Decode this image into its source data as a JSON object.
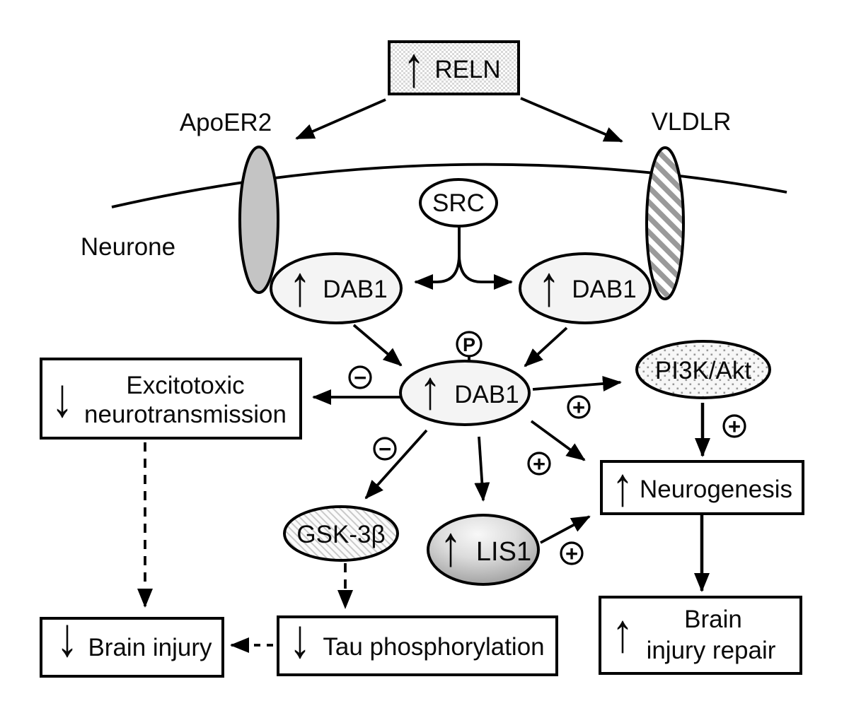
{
  "labels": {
    "apoer2": "ApoER2",
    "vldlr": "VLDLR",
    "neurone": "Neurone"
  },
  "nodes": {
    "reln": {
      "arrow": "↑",
      "label": "RELN"
    },
    "src": {
      "label": "SRC"
    },
    "dab1_left": {
      "arrow": "↑",
      "label": "DAB1"
    },
    "dab1_right": {
      "arrow": "↑",
      "label": "DAB1"
    },
    "dab1_central": {
      "arrow": "↑",
      "label": "DAB1",
      "phospho": "P"
    },
    "excitotoxic": {
      "arrow": "↓",
      "line1": "Excitotoxic",
      "line2": "neurotransmission"
    },
    "pi3k_akt": {
      "label": "PI3K/Akt"
    },
    "gsk3b": {
      "label": "GSK-3β"
    },
    "lis1": {
      "arrow": "↑",
      "label": "LIS1"
    },
    "neurogenesis": {
      "arrow": "↑",
      "label": "Neurogenesis"
    },
    "tau": {
      "arrow": "↓",
      "label": "Tau phosphorylation"
    },
    "brain_injury": {
      "arrow": "↓",
      "label": "Brain injury"
    },
    "brain_injury_repair": {
      "arrow": "↑",
      "line1": "Brain",
      "line2": "injury repair"
    }
  },
  "signs": {
    "dab1_excitotoxic": "−",
    "dab1_gsk3b": "−",
    "dab1_pi3k": "+",
    "dab1_neurogenesis": "+",
    "lis1_neurogenesis": "+",
    "pi3k_neurogenesis": "+"
  },
  "colors": {
    "line": "#000000",
    "node_fill": "#f4f4f4",
    "receptor_fill": "#c4c4c4",
    "stripe_gray": "#9a9a9a",
    "dot_gray": "#999999",
    "hatch_gray": "#c9c9c9"
  }
}
